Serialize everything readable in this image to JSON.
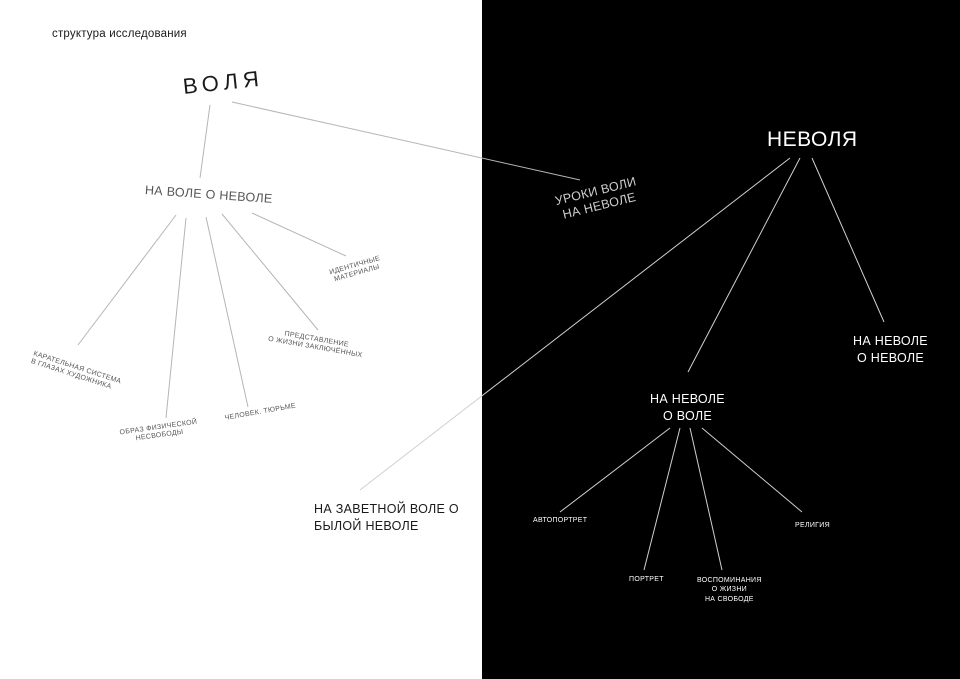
{
  "title": "структура исследования",
  "nodes": {
    "volya": "ВОЛЯ",
    "na_vole_o_nevole": "НА ВОЛЕ О НЕВОЛЕ",
    "identichnye": [
      "ИДЕНТИЧНЫЕ",
      "МАТЕРИАЛЫ"
    ],
    "predstavlenie": [
      "ПРЕДСТАВЛЕНИЕ",
      "О ЖИЗНИ ЗАКЛЮЧЁННЫХ"
    ],
    "karatelnaya": [
      "КАРАТЕЛЬНАЯ СИСТЕМА",
      "В ГЛАЗАХ ХУДОЖНИКА"
    ],
    "obraz": [
      "ОБРАЗ ФИЗИЧЕСКОЙ",
      "НЕСВОБОДЫ"
    ],
    "chelovek": "ЧЕЛОВЕК. ТЮРЬМЕ",
    "uroki": [
      "УРОКИ ВОЛИ",
      "НА НЕВОЛЕ"
    ],
    "nevolya": "НЕВОЛЯ",
    "na_nevole_o_nevole": [
      "НА НЕВОЛЕ",
      "О НЕВОЛЕ"
    ],
    "na_nevole_o_vole": [
      "НА НЕВОЛЕ",
      "О ВОЛЕ"
    ],
    "na_zavetnoy": [
      "НА ЗАВЕТНОЙ ВОЛЕ О",
      "БЫЛОЙ НЕВОЛЕ"
    ],
    "avtoportret": "АВТОПОРТРЕТ",
    "portret": "ПОРТРЕТ",
    "vospominaniya": [
      "ВОСПОМИНАНИЯ",
      "О ЖИЗНИ",
      "НА СВОБОДЕ"
    ],
    "religiya": "РЕЛИГИЯ"
  },
  "colors": {
    "left_background": "#ffffff",
    "right_background": "#000000",
    "left_lines": "#b5b5b5",
    "right_lines": "#d0d0d0"
  }
}
